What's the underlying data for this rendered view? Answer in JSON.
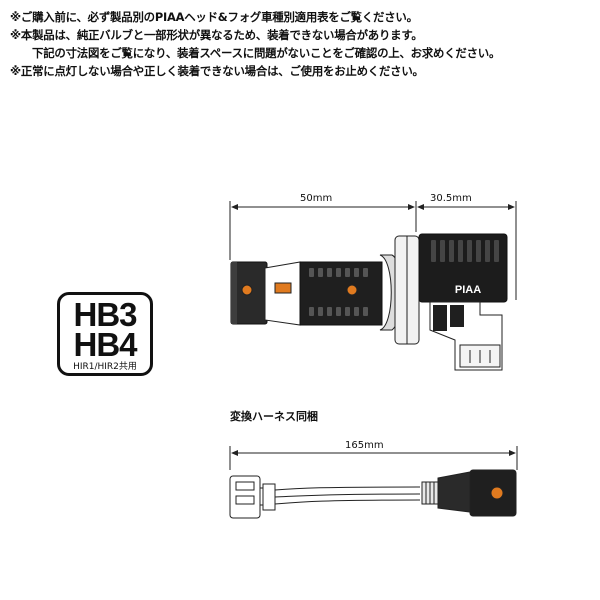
{
  "notes": [
    "※ご購入前に、必ず製品別のPIAAヘッド&フォグ車種別適用表をご覧ください。",
    "※本製品は、純正バルブと一部形状が異なるため、装着できない場合があります。",
    "下記の寸法図をご覧になり、装着スペースに問題がないことをご確認の上、お求めください。",
    "※正常に点灯しない場合や正しく装着できない場合は、ご使用をお止めください。"
  ],
  "badge": {
    "line1": "HB3",
    "line2": "HB4",
    "line3": "HIR1/HIR2共用"
  },
  "bulb": {
    "dim_left": "50mm",
    "dim_right": "30.5mm",
    "logo": "PIAA"
  },
  "harness": {
    "title": "変換ハーネス同梱",
    "dim": "165mm"
  },
  "colors": {
    "line": "#222222",
    "text": "#111111",
    "amber": "#e07a1f"
  }
}
